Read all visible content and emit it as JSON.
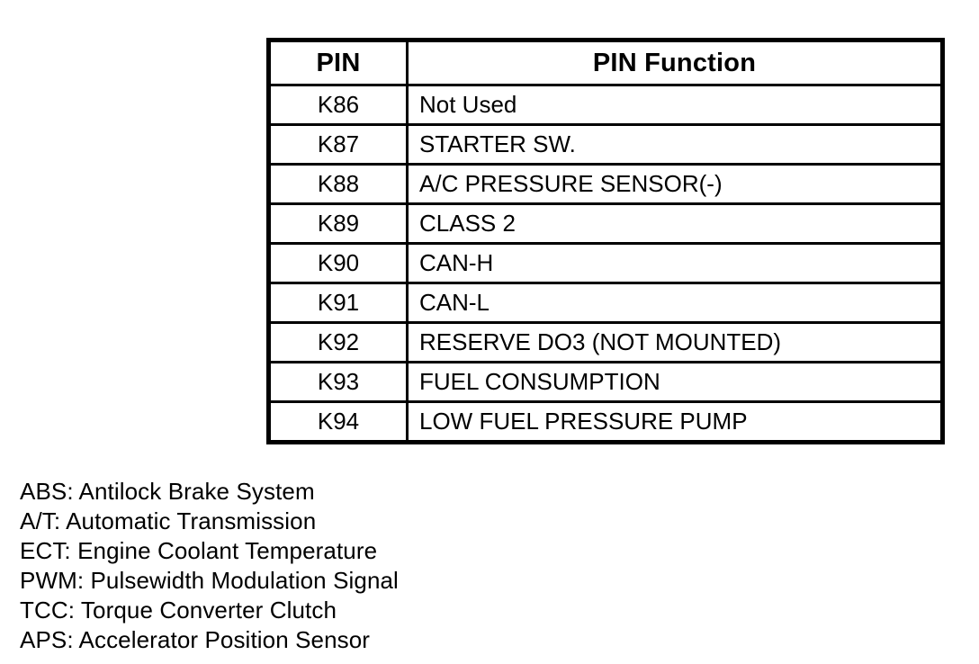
{
  "table": {
    "headers": [
      "PIN",
      "PIN Function"
    ],
    "rows": [
      {
        "pin": "K86",
        "function": "Not Used"
      },
      {
        "pin": "K87",
        "function": "STARTER SW."
      },
      {
        "pin": "K88",
        "function": "A/C PRESSURE SENSOR(-)"
      },
      {
        "pin": "K89",
        "function": "CLASS 2"
      },
      {
        "pin": "K90",
        "function": "CAN-H"
      },
      {
        "pin": "K91",
        "function": "CAN-L"
      },
      {
        "pin": "K92",
        "function": "RESERVE DO3 (NOT MOUNTED)"
      },
      {
        "pin": "K93",
        "function": "FUEL CONSUMPTION"
      },
      {
        "pin": "K94",
        "function": "LOW FUEL PRESSURE PUMP"
      }
    ]
  },
  "legend": {
    "lines": [
      "ABS: Antilock Brake System",
      "A/T: Automatic Transmission",
      "ECT: Engine Coolant Temperature",
      "PWM: Pulsewidth Modulation Signal",
      "TCC: Torque Converter Clutch",
      "APS: Accelerator Position Sensor"
    ]
  },
  "colors": {
    "foreground": "#000000",
    "background": "#ffffff"
  }
}
